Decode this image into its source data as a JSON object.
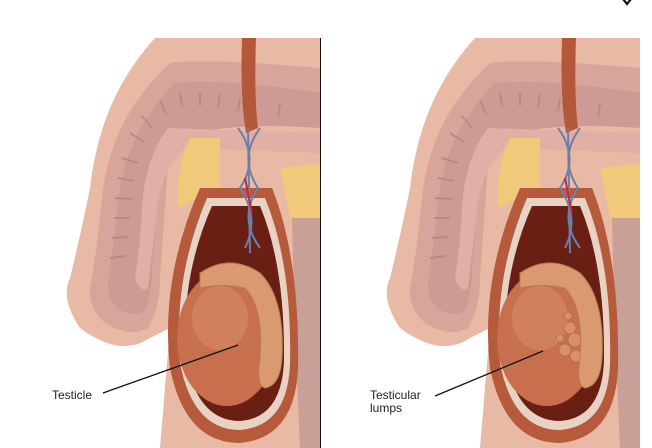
{
  "figure": {
    "panels": [
      {
        "id": "normal",
        "label": "Testicle"
      },
      {
        "id": "lumps",
        "label_line1": "Testicular",
        "label_line2": "lumps"
      }
    ],
    "close_icon": "close-icon"
  },
  "colors": {
    "skin": "#e8b9a4",
    "skin_light": "#f2d3c3",
    "muscle": "#d9a59a",
    "muscle_stripe": "#b98a84",
    "fat": "#f2c87a",
    "cavity": "#7a2a1c",
    "testicle": "#c8704e",
    "epididymis": "#d99a70",
    "vessel_blue": "#6d7ea8",
    "vessel_red": "#c4283a",
    "cord": "#b5583a",
    "tissue_gray": "#d8d4cc"
  }
}
